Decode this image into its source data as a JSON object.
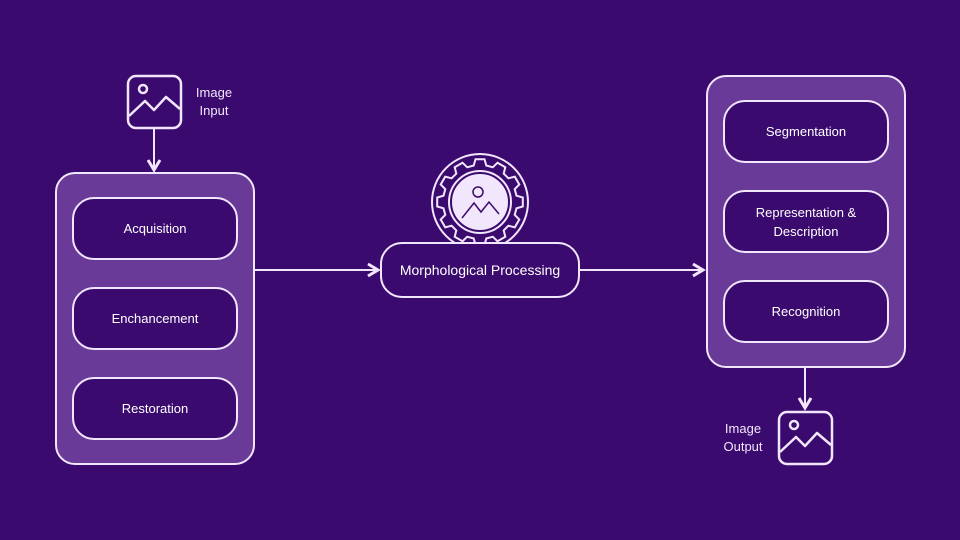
{
  "colors": {
    "background": "#3b0a6f",
    "container": "#6a3a99",
    "stroke": "#f1e6fb"
  },
  "input": {
    "icon": "image-icon",
    "label_line1": "Image",
    "label_line2": "Input"
  },
  "preprocessing": [
    "Acquisition",
    "Enchancement",
    "Restoration"
  ],
  "center": {
    "icon": "gear-image-icon",
    "label": "Morphological Processing"
  },
  "analysis": [
    "Segmentation",
    "Representation & Description",
    "Recognition"
  ],
  "output": {
    "icon": "image-icon",
    "label_line1": "Image",
    "label_line2": "Output"
  }
}
